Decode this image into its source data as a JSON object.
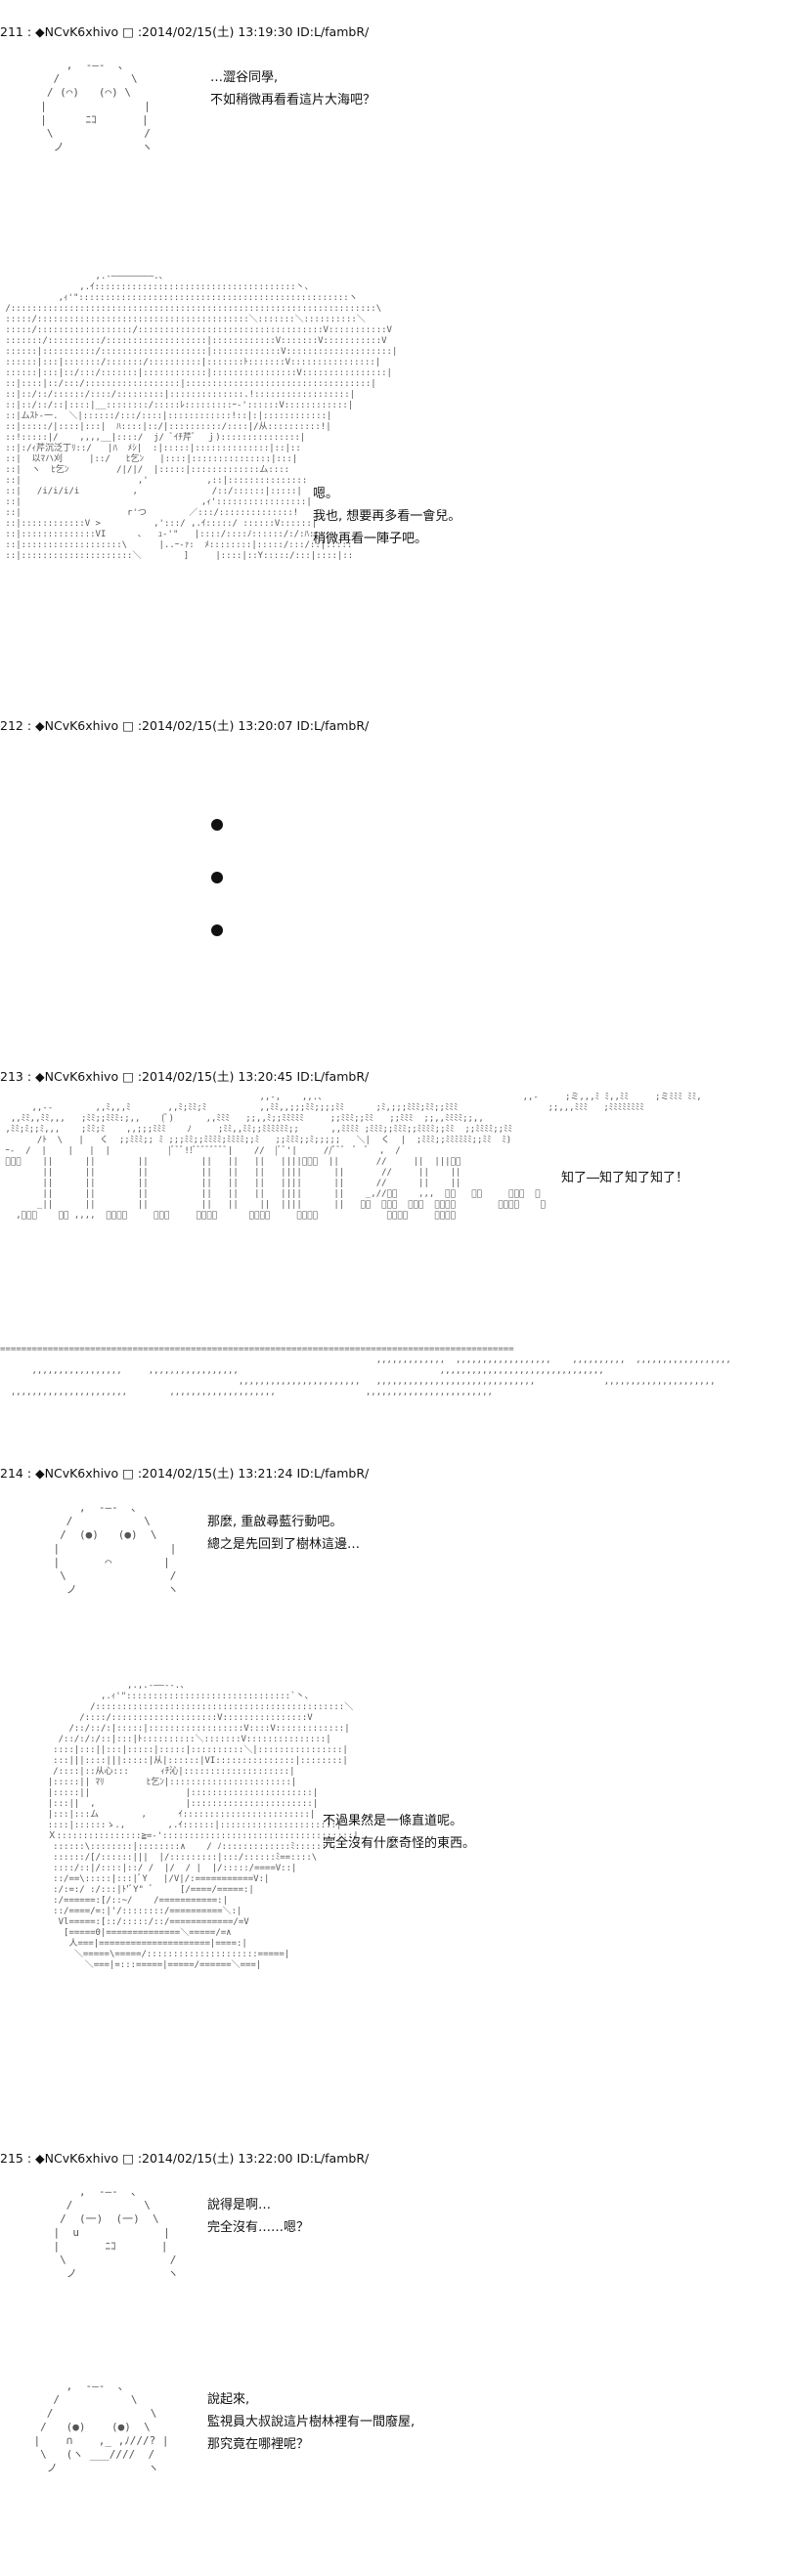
{
  "posts": [
    {
      "header": "211 : ◆NCvK6xhivo □ :2014/02/15(土) 13:19:30 ID:L/fambR/",
      "lines": [
        "…澀谷同學,",
        "不如稍微再看看這片大海吧？"
      ],
      "lines2": [
        "嗯。",
        "我也, 想要再多看一會兒。",
        "稍微再看一陣子吧。"
      ]
    },
    {
      "header": "212 : ◆NCvK6xhivo □ :2014/02/15(土) 13:20:07 ID:L/fambR/"
    },
    {
      "header": "213 : ◆NCvK6xhivo □ :2014/02/15(土) 13:20:45 ID:L/fambR/",
      "lines": [
        "知了―知了知了知了！"
      ]
    },
    {
      "header": "214 : ◆NCvK6xhivo □ :2014/02/15(土) 13:21:24 ID:L/fambR/",
      "lines": [
        "那麼, 重啟尋藍行動吧。",
        "總之是先回到了樹林這邊…"
      ],
      "lines2": [
        "不過果然是一條直道呢。",
        "完全沒有什麼奇怪的東西。"
      ]
    },
    {
      "header": "215 : ◆NCvK6xhivo □ :2014/02/15(土) 13:22:00 ID:L/fambR/",
      "lines": [
        "說得是啊…",
        "完全沒有……嗯？"
      ],
      "lines2": [
        "說起來,",
        "監視員大叔說這片樹林裡有一間廢屋,",
        "那究竟在哪裡呢？"
      ]
    }
  ]
}
